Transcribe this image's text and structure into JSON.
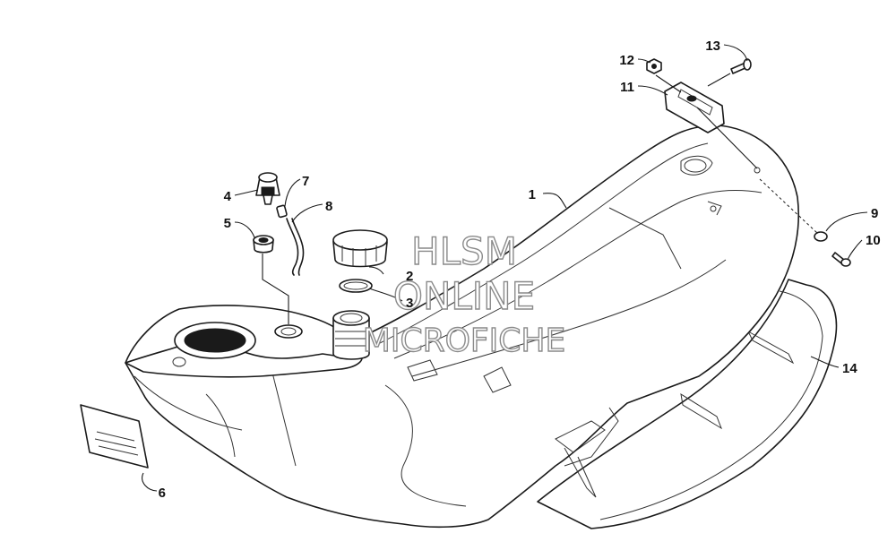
{
  "callouts": {
    "p1": "1",
    "p2": "2",
    "p3": "3",
    "p4": "4",
    "p5": "5",
    "p6": "6",
    "p7": "7",
    "p8": "8",
    "p9": "9",
    "p10": "10",
    "p11": "11",
    "p12": "12",
    "p13": "13",
    "p14": "14"
  },
  "watermark": {
    "line1": "HLSM",
    "line2": "ONLINE",
    "line3": "MICROFICHE"
  },
  "colors": {
    "line": "#1a1a1a",
    "background": "#ffffff",
    "watermark_outline": "#8a8a8a"
  }
}
